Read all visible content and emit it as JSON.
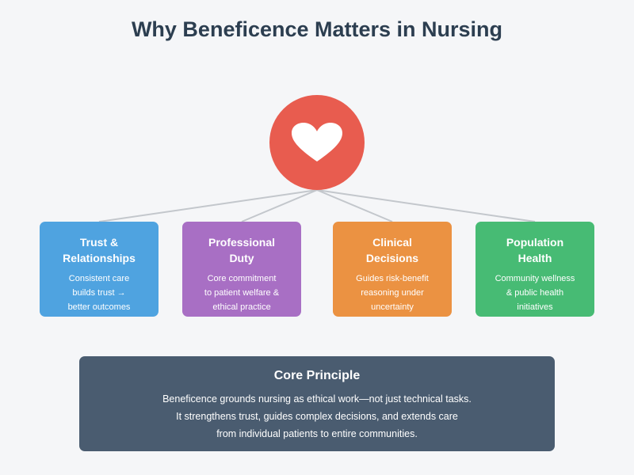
{
  "title": "Why Beneficence Matters in Nursing",
  "hub": {
    "icon": "heart-icon"
  },
  "colors": {
    "hub": "#e85c4f",
    "trust": "#4fa3e0",
    "duty": "#a86fc4",
    "clinical": "#eb9242",
    "population": "#47bb74",
    "principle": "#4a5c70",
    "connector": "#c3c7cc"
  },
  "cards": [
    {
      "title": "Trust &\nRelationships",
      "desc": "Consistent care\nbuilds trust →\nbetter outcomes"
    },
    {
      "title": "Professional\nDuty",
      "desc": "Core commitment\nto patient welfare &\nethical practice"
    },
    {
      "title": "Clinical\nDecisions",
      "desc": "Guides risk-benefit\nreasoning under\nuncertainty"
    },
    {
      "title": "Population\nHealth",
      "desc": "Community wellness\n& public health\ninitiatives"
    }
  ],
  "principle": {
    "title": "Core Principle",
    "text": "Beneficence grounds nursing as ethical work—not just technical tasks.\nIt strengthens trust, guides complex decisions, and extends care\nfrom individual patients to entire communities."
  }
}
